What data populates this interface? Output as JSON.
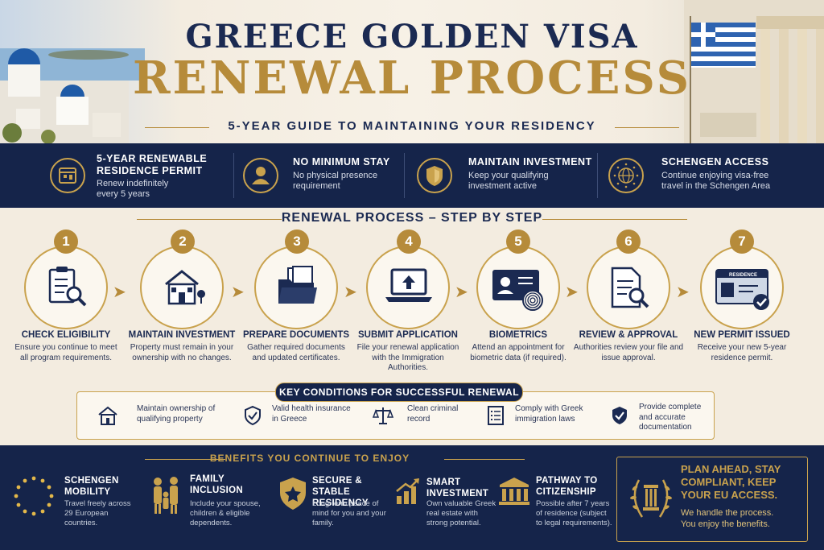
{
  "header": {
    "title_line1": "GREECE GOLDEN VISA",
    "title_line2": "RENEWAL PROCESS",
    "subtitle": "5-YEAR GUIDE TO MAINTAINING YOUR RESIDENCY"
  },
  "features": [
    {
      "title": "5-YEAR RENEWABLE RESIDENCE PERMIT",
      "desc": "Renew indefinitely every 5 years",
      "icon": "calendar-icon"
    },
    {
      "title": "NO MINIMUM STAY",
      "desc": "No physical presence requirement",
      "icon": "person-icon"
    },
    {
      "title": "MAINTAIN INVESTMENT",
      "desc": "Keep your qualifying investment active",
      "icon": "shield-icon"
    },
    {
      "title": "SCHENGEN ACCESS",
      "desc": "Continue enjoying visa-free travel in the Schengen Area",
      "icon": "globe-stars-icon"
    }
  ],
  "steps_title": "RENEWAL PROCESS – STEP BY STEP",
  "steps": [
    {
      "num": "1",
      "label": "CHECK ELIGIBILITY",
      "desc": "Ensure you continue to meet all program requirements.",
      "icon": "clipboard-search-icon"
    },
    {
      "num": "2",
      "label": "MAINTAIN INVESTMENT",
      "desc": "Property must remain in your ownership with no changes.",
      "icon": "house-icon"
    },
    {
      "num": "3",
      "label": "PREPARE DOCUMENTS",
      "desc": "Gather required documents and updated certificates.",
      "icon": "folder-icon"
    },
    {
      "num": "4",
      "label": "SUBMIT APPLICATION",
      "desc": "File your renewal application with the Immigration Authorities.",
      "icon": "laptop-upload-icon"
    },
    {
      "num": "5",
      "label": "BIOMETRICS",
      "desc": "Attend an appointment for biometric data (if required).",
      "icon": "fingerprint-card-icon"
    },
    {
      "num": "6",
      "label": "REVIEW & APPROVAL",
      "desc": "Authorities review your file and issue approval.",
      "icon": "document-search-icon"
    },
    {
      "num": "7",
      "label": "NEW PERMIT ISSUED",
      "desc": "Receive your new 5-year residence permit.",
      "icon": "residence-card-icon",
      "card_text": "RESIDENCE"
    }
  ],
  "conditions_title": "KEY CONDITIONS FOR SUCCESSFUL RENEWAL",
  "conditions": [
    {
      "text": "Maintain ownership of qualifying property",
      "icon": "house-outline-icon"
    },
    {
      "text": "Valid health insurance in Greece",
      "icon": "shield-check-icon"
    },
    {
      "text": "Clean criminal record",
      "icon": "scales-icon"
    },
    {
      "text": "Comply with Greek immigration laws",
      "icon": "checklist-icon"
    },
    {
      "text": "Provide complete and accurate documentation",
      "icon": "badge-check-icon"
    }
  ],
  "benefits_title": "BENEFITS YOU CONTINUE TO ENJOY",
  "benefits": [
    {
      "title": "SCHENGEN MOBILITY",
      "desc": "Travel freely across 29 European countries.",
      "icon": "eu-stars-icon"
    },
    {
      "title": "FAMILY INCLUSION",
      "desc": "Include your spouse, children & eligible dependents.",
      "icon": "family-icon"
    },
    {
      "title": "SECURE & STABLE RESIDENCY",
      "desc": "Long-term peace of mind for you and your family.",
      "icon": "shield-star-icon"
    },
    {
      "title": "SMART INVESTMENT",
      "desc": "Own valuable Greek real estate with strong potential.",
      "icon": "growth-chart-icon"
    },
    {
      "title": "PATHWAY TO CITIZENSHIP",
      "desc": "Possible after 7 years of residence (subject to legal requirements).",
      "icon": "columns-icon"
    }
  ],
  "plan": {
    "headline": "PLAN AHEAD, STAY COMPLIANT, KEEP YOUR EU ACCESS.",
    "line1": "We handle the process.",
    "line2": "You enjoy the benefits."
  },
  "colors": {
    "navy": "#15244a",
    "gold": "#b68b3a",
    "cream": "#f3ece0"
  }
}
